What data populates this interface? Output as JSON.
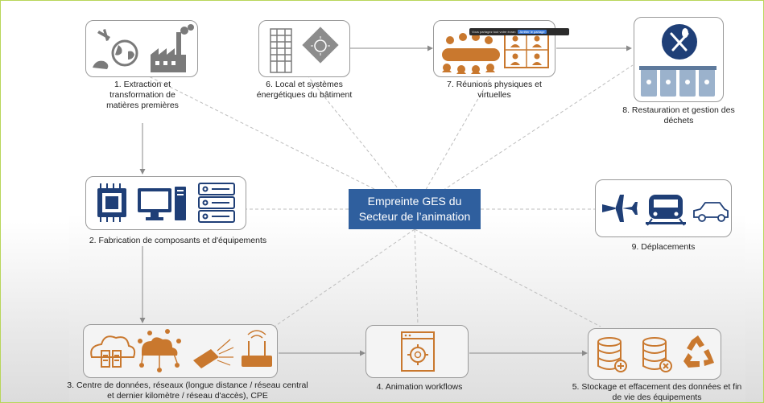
{
  "center": {
    "title": "Empreinte GES du\nSecteur de l’animation"
  },
  "nodes": [
    {
      "id": "n1",
      "label": "1. Extraction et\ntransformation de\nmatières premières"
    },
    {
      "id": "n6",
      "label": "6. Local et systèmes\nénergétiques du bâtiment"
    },
    {
      "id": "n7",
      "label": "7. Réunions physiques et\nvirtuelles"
    },
    {
      "id": "n8",
      "label": "8. Restauration et gestion des\ndéchets"
    },
    {
      "id": "n2",
      "label": "2. Fabrication de composants et d'équipements"
    },
    {
      "id": "n9",
      "label": "9. Déplacements"
    },
    {
      "id": "n3",
      "label": "3. Centre de données, réseaux (longue distance / réseau central\net dernier kilomètre / réseau d'accès), CPE"
    },
    {
      "id": "n4",
      "label": "4. Animation workflows"
    },
    {
      "id": "n5",
      "label": "5. Stockage et effacement des données et fin\nde vie des équipements"
    }
  ],
  "overlay": {
    "text": "Vous partagez tout votre écran",
    "button": "Arrêter le partage"
  },
  "colors": {
    "accent_blue": "#2f5f9e",
    "orange": "#c9782e",
    "gray_icon": "#7a7a7a",
    "navy_icon": "#1f3f77"
  }
}
